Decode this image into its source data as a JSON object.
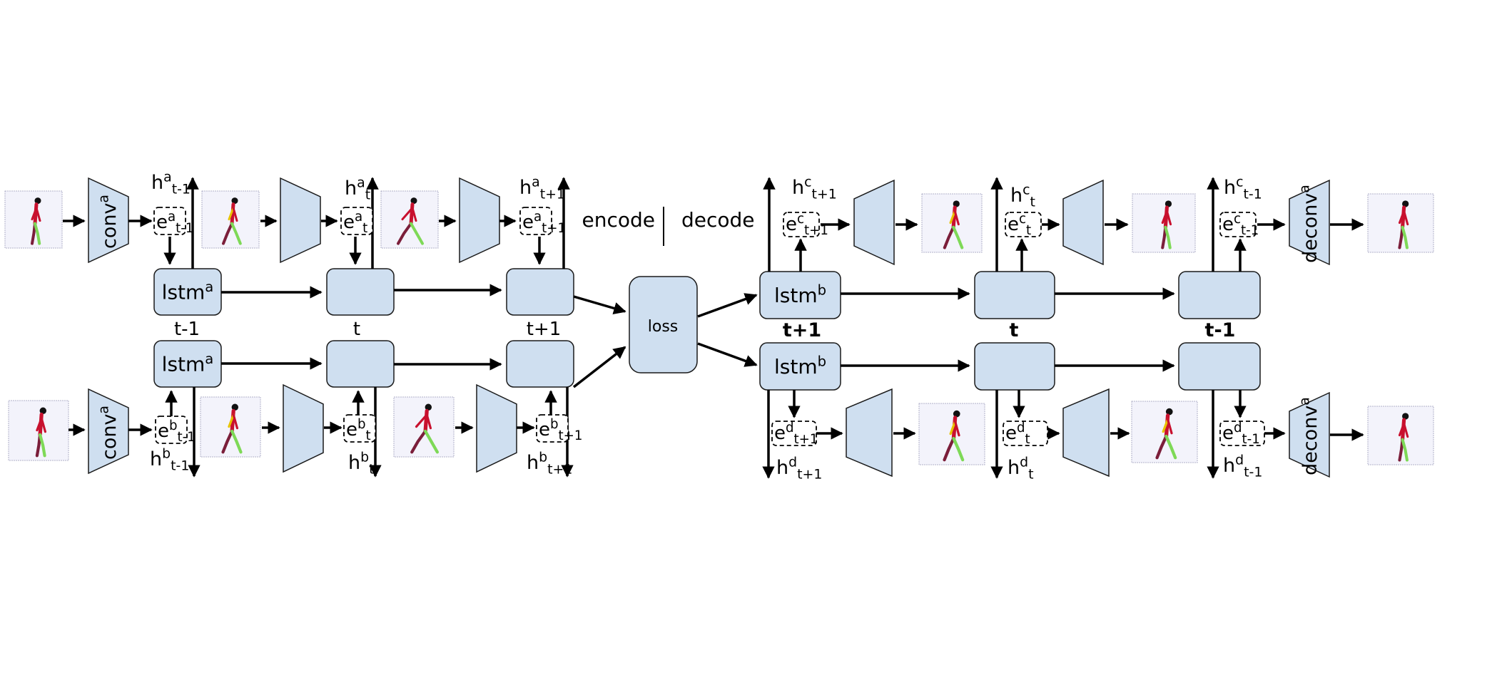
{
  "colors": {
    "box_fill": "#cfdff0",
    "box_stroke": "#1a1a1a",
    "arrow": "#000000",
    "frame_bg": "#f3f3fb",
    "pose_head": "#111111",
    "pose_torso": "#c8102e",
    "pose_leg_light": "#7ed957",
    "pose_leg_dark": "#7b1e3a",
    "pose_arm_light": "#e8c200"
  },
  "icons": {
    "pose_frame": "walking-skeleton-frame-icon"
  },
  "divider": {
    "left": "encode",
    "right": "decode"
  },
  "loss": {
    "label": "loss"
  },
  "trapezoids": {
    "conv": {
      "base": "conv",
      "sup": "a"
    },
    "deconv": {
      "base": "deconv",
      "sup": "a"
    }
  },
  "lstm_labels": {
    "a": {
      "base": "lstm",
      "sup": "a"
    },
    "b": {
      "base": "lstm",
      "sup": "b"
    }
  },
  "time_labels": {
    "encoder": [
      "t-1",
      "t",
      "t+1"
    ],
    "decoder": [
      "t+1",
      "t",
      "t-1"
    ]
  },
  "hidden_labels": {
    "top_encoder": [
      {
        "base": "h",
        "sup": "a",
        "sub": "t-1"
      },
      {
        "base": "h",
        "sup": "a",
        "sub": "t"
      },
      {
        "base": "h",
        "sup": "a",
        "sub": "t+1"
      }
    ],
    "bottom_encoder": [
      {
        "base": "h",
        "sup": "b",
        "sub": "t-1"
      },
      {
        "base": "h",
        "sup": "b",
        "sub": "t"
      },
      {
        "base": "h",
        "sup": "b",
        "sub": "t+1"
      }
    ],
    "top_decoder": [
      {
        "base": "h",
        "sup": "c",
        "sub": "t+1"
      },
      {
        "base": "h",
        "sup": "c",
        "sub": "t"
      },
      {
        "base": "h",
        "sup": "c",
        "sub": "t-1"
      }
    ],
    "bottom_decoder": [
      {
        "base": "h",
        "sup": "d",
        "sub": "t+1"
      },
      {
        "base": "h",
        "sup": "d",
        "sub": "t"
      },
      {
        "base": "h",
        "sup": "d",
        "sub": "t-1"
      }
    ]
  },
  "embed_labels": {
    "top_encoder": [
      {
        "base": "e",
        "sup": "a",
        "sub": "t-1"
      },
      {
        "base": "e",
        "sup": "a",
        "sub": "t"
      },
      {
        "base": "e",
        "sup": "a",
        "sub": "t+1"
      }
    ],
    "bottom_encoder": [
      {
        "base": "e",
        "sup": "b",
        "sub": "t-1"
      },
      {
        "base": "e",
        "sup": "b",
        "sub": "t"
      },
      {
        "base": "e",
        "sup": "b",
        "sub": "t+1"
      }
    ],
    "top_decoder": [
      {
        "base": "e",
        "sup": "c",
        "sub": "t+1"
      },
      {
        "base": "e",
        "sup": "c",
        "sub": "t"
      },
      {
        "base": "e",
        "sup": "c",
        "sub": "t-1"
      }
    ],
    "bottom_decoder": [
      {
        "base": "e",
        "sup": "d",
        "sub": "t+1"
      },
      {
        "base": "e",
        "sup": "d",
        "sub": "t"
      },
      {
        "base": "e",
        "sup": "d",
        "sub": "t-1"
      }
    ]
  }
}
